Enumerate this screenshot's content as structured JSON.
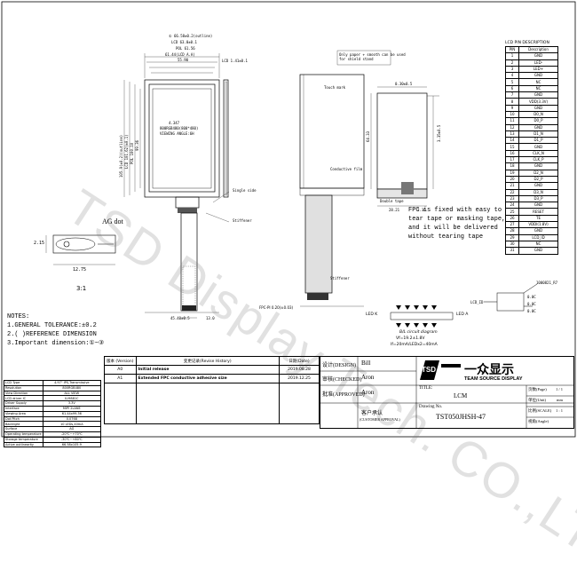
{
  "watermark": "TSD Display Tech. CO.,LTD",
  "front_view": {
    "dims_top": [
      "66.58(±0.2)(outline)",
      "LCD 63.0(±0.1)",
      "POL 61.56",
      "61.44(LCD A.A)",
      "55.90"
    ],
    "dims_left": [
      "105.9(±0.2)(outline)",
      "LCD 101.62(±0.1)",
      "POL 100.10",
      "99.36"
    ],
    "center_label": [
      "4.347",
      "800RGB480(800*480)",
      "VIEWING ANGLE:6H"
    ],
    "lcd_lead": "LCD 1.41",
    "fpc_label": "FPC-PI 0.20(±0.03)",
    "stiffener": "Stiffener",
    "ag_dot": "AG dot",
    "scale": "3:1",
    "ag_dims": [
      "2.15",
      "12.75"
    ],
    "bottom_dims": [
      "45.40±0.5",
      "13.0"
    ]
  },
  "side_view": {
    "lbl_edge": "Only paper + smooth can be used for shield stand",
    "dims": [
      "0.30±0.5",
      "3.35±0.5",
      "64.33",
      "28.21",
      "2.36"
    ],
    "annotations": [
      "Touch mark",
      "Conductive film",
      "Stiffener",
      "Double tape"
    ]
  },
  "notes": {
    "title": "NOTES:",
    "items": [
      "1.GENERAL TOLERANCE:±0.2",
      "2.( )REFERENCE DIMENSION",
      "3.Important dimension:①~③"
    ]
  },
  "fpc_note": [
    "FPC is fixed with easy to",
    "tear tape or masking tape,",
    "and it will be delivered",
    "without tearing tape"
  ],
  "backlight": {
    "title": "B/L circuit diagram",
    "specs": [
      "Vf=19.2±1.8V",
      "If=20mA/LEDx2=40mA"
    ],
    "labels": [
      "LED K",
      "LED A"
    ]
  },
  "pins": {
    "title": "LCD PIN DESCRIPTION",
    "headers": [
      "PIN",
      "Description"
    ],
    "rows": [
      [
        "1",
        "GND"
      ],
      [
        "2",
        "LED-"
      ],
      [
        "3",
        "LED+"
      ],
      [
        "4",
        "GND"
      ],
      [
        "5",
        "NC"
      ],
      [
        "6",
        "NC"
      ],
      [
        "7",
        "GND"
      ],
      [
        "8",
        "VDD(3.3V)"
      ],
      [
        "9",
        "GND"
      ],
      [
        "10",
        "D0_N"
      ],
      [
        "11",
        "D0_P"
      ],
      [
        "12",
        "GND"
      ],
      [
        "13",
        "D1_N"
      ],
      [
        "14",
        "D1_P"
      ],
      [
        "15",
        "GND"
      ],
      [
        "16",
        "CLK_N"
      ],
      [
        "17",
        "CLK_P"
      ],
      [
        "18",
        "GND"
      ],
      [
        "19",
        "D2_N"
      ],
      [
        "20",
        "D2_P"
      ],
      [
        "21",
        "GND"
      ],
      [
        "22",
        "D3_N"
      ],
      [
        "23",
        "D3_P"
      ],
      [
        "24",
        "GND"
      ],
      [
        "25",
        "RESET"
      ],
      [
        "26",
        "TE"
      ],
      [
        "27",
        "VDDI(1.8V)"
      ],
      [
        "28",
        "GND"
      ],
      [
        "29",
        "LCD_ID"
      ],
      [
        "30",
        "NC"
      ],
      [
        "31",
        "GND"
      ]
    ]
  },
  "spec_table": {
    "rows": [
      [
        "LCD Type",
        "4.97\" IPS,Transmissive"
      ],
      [
        "Resolution",
        "800RGB480"
      ],
      [
        "View Direction",
        "ALL VIEW"
      ],
      [
        "LCD driver IC",
        "ILI9881C"
      ],
      [
        "Driver Supply",
        "3.3V"
      ],
      [
        "Interface",
        "MIPI 2LANE"
      ],
      [
        "Viewing Area",
        "61.44x99.36"
      ],
      [
        "Dot Pitch",
        "0.0768"
      ],
      [
        "Backlight",
        "10 LEDs,40mA"
      ],
      [
        "Surface",
        "AG"
      ],
      [
        "Operating temperature",
        "-20℃~+70℃"
      ],
      [
        "Storage temperature",
        "-30℃~+80℃"
      ],
      [
        "Active outlinearity",
        "66.58x105.9"
      ]
    ]
  },
  "revision": {
    "headers": [
      "版本 (Version)",
      "变更记录(Revise History)",
      "日期(Date)"
    ],
    "rows": [
      [
        "A0",
        "Initial release",
        "2019.08.28"
      ],
      [
        "A1",
        "Extended FPC conductive adhesive size",
        "2019.12.25"
      ]
    ]
  },
  "title_block": {
    "design_label": "设计(DESIGN)",
    "design_name": "Bill",
    "check_label": "审核(CHECKED)",
    "check_name": "Aron",
    "approve_label": "批准(APPROVED)",
    "approve_name": "Aron",
    "customer_label": "客户承认",
    "customer_sub": "(CUSTOMER APPROVAL)",
    "company": "TEAM SOURCE DISPLAY",
    "company_cn": "一众显示",
    "logo": "TSD",
    "title_label": "TITLE:",
    "title_value": "LCM",
    "drawing_label": "Drawing No.",
    "drawing_no": "TST050JHSH-47",
    "page_label": "页数(Page)",
    "page_value": "1 / 1",
    "unit_label": "单位(Unit)",
    "unit_value": "mm",
    "scale_label": "比例(SCALE)",
    "scale_value": "1 : 1",
    "angle_label": "视角(Angle)"
  },
  "colors": {
    "line": "#000000",
    "dim": "#1a1a1a",
    "watermark": "#9a9a9a"
  }
}
